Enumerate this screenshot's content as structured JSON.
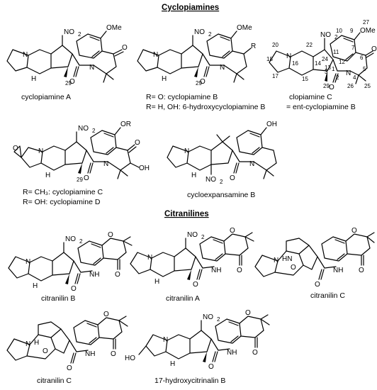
{
  "sections": {
    "cyclopiamines": "Cyclopiamines",
    "citranilines": "Citranilines"
  },
  "atoms": {
    "no2": "NO",
    "no2_sub": "2",
    "ome": "OMe",
    "n": "N",
    "nh": "NH",
    "o": "O",
    "oh": "OH",
    "or": "OR",
    "r": "R",
    "h": "H",
    "hn": "HN",
    "ho": "HO"
  },
  "numbers": {
    "n27": "27",
    "n29": "29",
    "n10": "10",
    "n9": "9",
    "n7": "7",
    "n6": "6",
    "n5": "5",
    "n4": "4",
    "n25": "25",
    "n26": "26",
    "n20": "20",
    "n22": "22",
    "n11": "11",
    "n18": "18",
    "n16": "16",
    "n14": "14",
    "n24": "24",
    "n13": "13",
    "n12": "12",
    "n17": "17",
    "n15": "15",
    "n1": "1",
    "n2": "2",
    "n3": "3"
  },
  "captions": {
    "cyclopiamine_a": "cyclopiamine A",
    "cyclopiamine_b_1": "R= O: cyclopiamine B",
    "cyclopiamine_b_2": "R= H, OH: 6-hydroxycyclopiamine B",
    "clopiamine_c_1": "clopiamine C",
    "clopiamine_c_2": "= ent-cyclopiamine B",
    "cyclopiamine_c": "R= CH₃: cyclopiamine C",
    "cyclopiamine_d": "R=  OH: cyclopiamine D",
    "cycloexpansamine_b": "cycloexpansamine B",
    "citranilin_b": "citranilin B",
    "citranilin_a": "citranilin A",
    "citranilin_c_1": "citranilin C",
    "citranilin_c_2": "citranilin C",
    "hydroxycitrinalin_b": "17-hydroxycitrinalin B"
  }
}
